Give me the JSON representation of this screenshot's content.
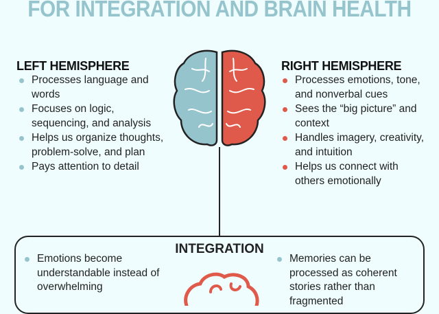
{
  "title": "FOR INTEGRATION AND BRAIN HEALTH",
  "left": {
    "heading": "LEFT HEMISPHERE",
    "items": [
      "Processes language and words",
      "Focuses on logic, sequencing, and analysis",
      "Helps us organize thoughts, problem-solve, and plan",
      "Pays attention to detail"
    ]
  },
  "right": {
    "heading": "RIGHT HEMISPHERE",
    "items": [
      "Processes emotions, tone, and nonverbal cues",
      "Sees the “big picture” and context",
      "Handles imagery, creativity, and intuition",
      "Helps us connect with others emotionally"
    ]
  },
  "integration": {
    "heading": "INTEGRATION",
    "left_items": [
      "Emotions become understandable instead of overwhelming"
    ],
    "right_items": [
      "Memories can be processed as coherent stories rather than fragmented"
    ]
  },
  "colors": {
    "left": "#96c4cd",
    "right": "#e05a4b",
    "background": "#effdfe"
  }
}
